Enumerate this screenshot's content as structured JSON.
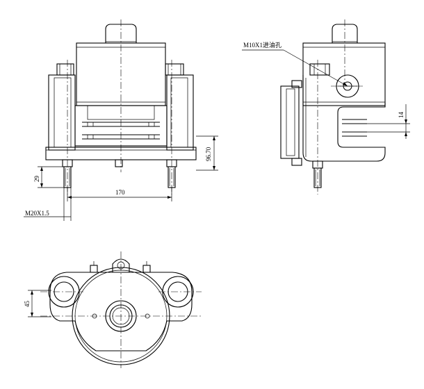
{
  "front_view": {
    "dim_height": "96.70",
    "dim_stud_length": "29",
    "dim_stud_span": "170",
    "thread_label": "M20X1.5"
  },
  "side_view": {
    "port_label": "M10X1进油孔",
    "dim_gap": "14"
  },
  "bottom_view": {
    "dim_bore_height": "45"
  }
}
